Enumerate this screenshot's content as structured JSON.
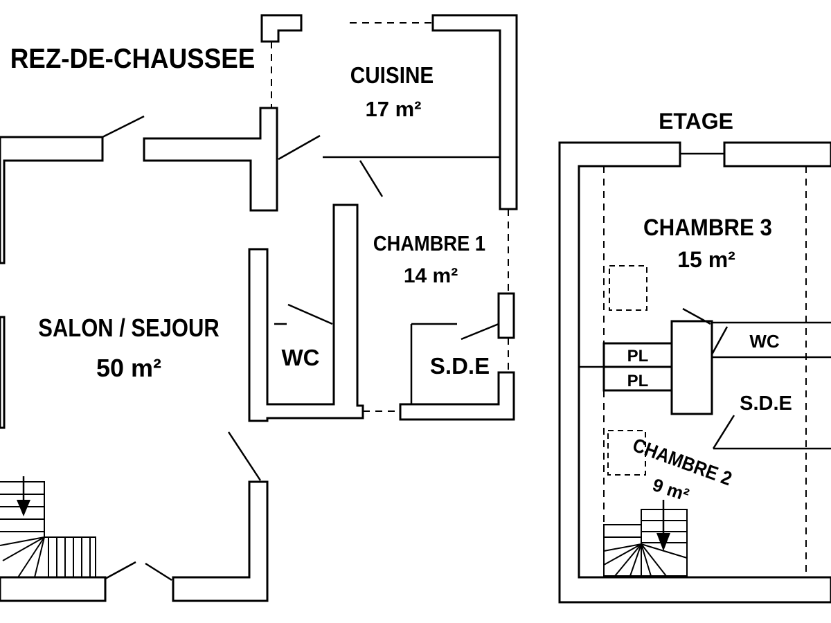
{
  "floors": {
    "ground": {
      "title": "REZ-DE-CHAUSSEE",
      "rooms": [
        {
          "name": "CUISINE",
          "area": "17 m²"
        },
        {
          "name": "CHAMBRE 1",
          "area": "14 m²"
        },
        {
          "name": "SALON / SEJOUR",
          "area": "50 m²"
        },
        {
          "name": "WC"
        },
        {
          "name": "S.D.E"
        }
      ]
    },
    "upper": {
      "title": "ETAGE",
      "rooms": [
        {
          "name": "CHAMBRE 3",
          "area": "15 m²"
        },
        {
          "name": "WC"
        },
        {
          "name": "S.D.E"
        },
        {
          "name": "PL"
        },
        {
          "name": "PL"
        },
        {
          "name": "CHAMBRE 2",
          "area": "9 m²"
        }
      ]
    }
  }
}
